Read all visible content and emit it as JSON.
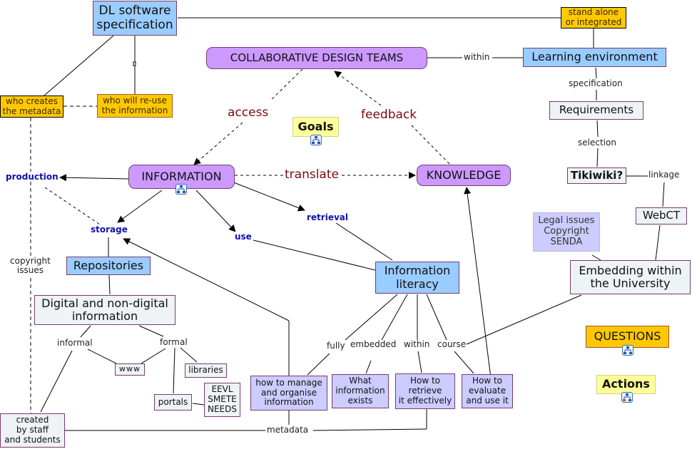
{
  "diagram": {
    "title": "Concept map",
    "nodes": {
      "dl_spec": "DL software\nspecification",
      "collab": "COLLABORATIVE DESIGN TEAMS",
      "stand_alone": "stand alone\nor integrated",
      "learning_env": "Learning environment",
      "requirements": "Requirements",
      "tikiwiki": "Tikiwiki?",
      "webct": "WebCT",
      "who_creates": "who creates\nthe metadata",
      "who_reuse": "who will re-use\nthe information",
      "goals": "Goals",
      "information": "INFORMATION",
      "knowledge": "KNOWLEDGE",
      "repositories": "Repositories",
      "digital": "Digital and non-digital\ninformation",
      "info_literacy": "Information\nliteracy",
      "legal": "Legal issues\nCopyright\nSENDA",
      "embedding": "Embedding within\nthe University",
      "questions": "QUESTIONS",
      "actions": "Actions",
      "www": "www",
      "libraries": "libraries",
      "portals": "portals",
      "eevl": "EEVL\nSMETE\nNEEDS",
      "created_by": "created\nby staff\nand students",
      "how_manage": "how to manage\nand organise\ninformation",
      "what_info": "What\ninformation\nexists",
      "how_retrieve": "How to\nretrieve\nit effectively",
      "how_evaluate": "How to\nevaluate\nand use it"
    },
    "links": {
      "within_top": "within",
      "specification": "specification",
      "selection": "selection",
      "linkage": "linkage",
      "access": "access",
      "feedback": "feedback",
      "translate": "translate",
      "production": "production",
      "storage": "storage",
      "use": "use",
      "retrieval": "retrieval",
      "copyright": "copyright\nissues",
      "informal": "informal",
      "formal": "formal",
      "fully": "fully",
      "embedded": "embedded",
      "within_bottom": "within",
      "course": "course",
      "metadata": "metadata"
    },
    "icons": {
      "submap": "concept-map-link-icon"
    },
    "colors": {
      "concept_blue": "#99ccff",
      "concept_purple": "#cc99ff",
      "concept_orange": "#ffc800",
      "concept_lavender": "#ccccff",
      "concept_gray": "#eef3f5",
      "concept_yellow": "#ffff99",
      "link_red": "#7a0b0b",
      "link_blue": "#1010b0",
      "border": "#7a3b6e"
    }
  }
}
